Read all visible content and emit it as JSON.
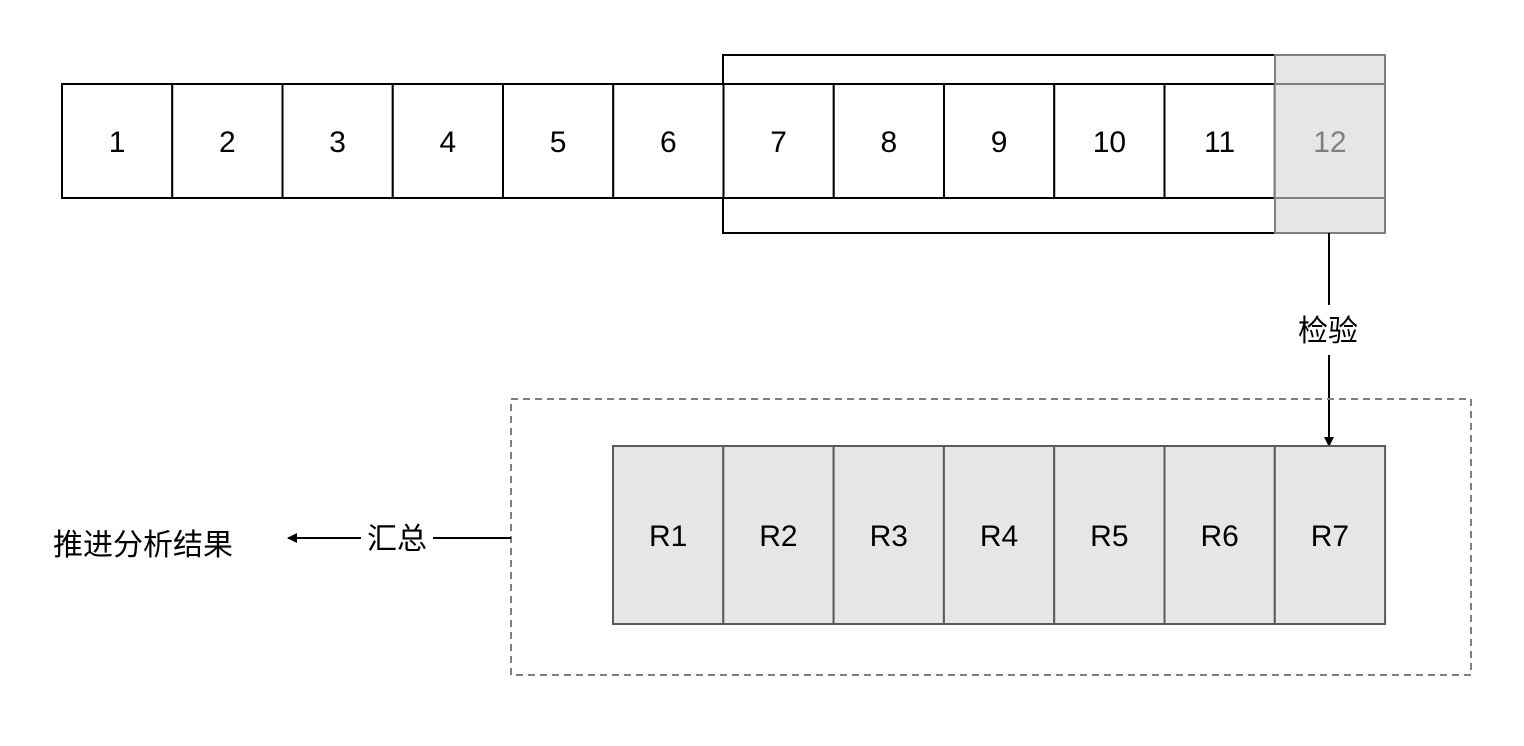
{
  "diagram": {
    "sequence_cells": [
      "1",
      "2",
      "3",
      "4",
      "5",
      "6",
      "7",
      "8",
      "9",
      "10",
      "11",
      "12"
    ],
    "highlighted_cell": "12",
    "window_cells": [
      "7",
      "8",
      "9",
      "10",
      "11"
    ],
    "result_cells": [
      "R1",
      "R2",
      "R3",
      "R4",
      "R5",
      "R6",
      "R7"
    ],
    "check_label": "检验",
    "summary_label": "汇总",
    "final_label": "推进分析结果"
  },
  "colors": {
    "stroke": "#000000",
    "highlight_fill": "#e6e6e6",
    "highlight_stroke": "#7f7f7f",
    "highlight_text": "#7f7f7f",
    "result_fill": "#e6e6e6",
    "result_stroke": "#5a5a5a",
    "dashed_stroke": "#7f7f7f"
  }
}
